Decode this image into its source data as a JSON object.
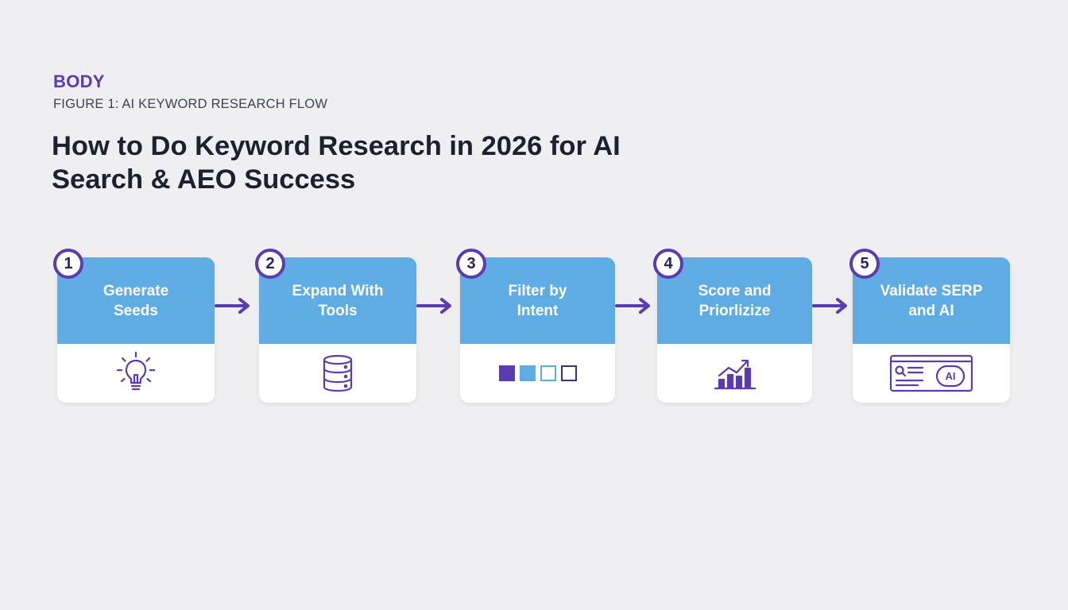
{
  "header": {
    "eyebrow": "BODY",
    "figure_label": "FIGURE 1: AI KEYWORD RESEARCH FLOW",
    "title": "How to Do Keyword Research in 2026 for AI Search & AEO Success"
  },
  "steps": [
    {
      "number": "1",
      "label": "Generate Seeds",
      "icon": "lightbulb-icon"
    },
    {
      "number": "2",
      "label": "Expand With Tools",
      "icon": "database-icon"
    },
    {
      "number": "3",
      "label": "Filter by Intent",
      "icon": "filter-swatches-icon"
    },
    {
      "number": "4",
      "label": "Score and Priorlizize",
      "icon": "bar-chart-trend-icon"
    },
    {
      "number": "5",
      "label": "Validate SERP and AI",
      "icon": "serp-ai-window-icon",
      "icon_text": "AI"
    }
  ],
  "colors": {
    "accent_purple": "#5b3bb0",
    "card_blue": "#5fabe3",
    "background": "#efeff1",
    "title_dark": "#1c2130"
  }
}
